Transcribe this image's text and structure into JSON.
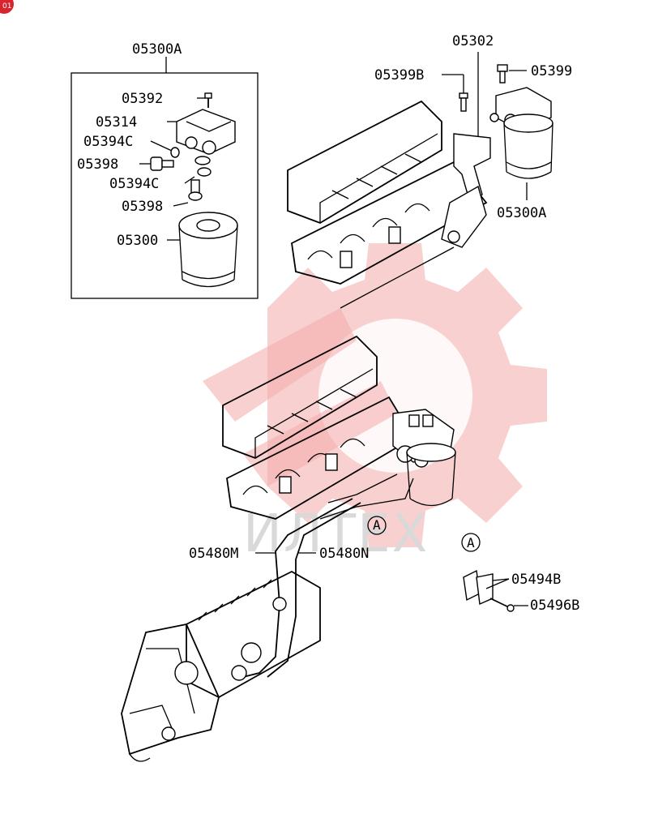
{
  "corner_badge": "01",
  "watermark_text": "ИЛТЕХ",
  "callouts": {
    "view_a_main": "A",
    "view_a_detail": "A"
  },
  "labels": {
    "l05300A_top": "05300A",
    "l05392": "05392",
    "l05314": "05314",
    "l05394C_1": "05394C",
    "l05398_1": "05398",
    "l05394C_2": "05394C",
    "l05398_2": "05398",
    "l05300": "05300",
    "l05302": "05302",
    "l05399B": "05399B",
    "l05399": "05399",
    "l05300A_right": "05300A",
    "l05480M": "05480M",
    "l05480N": "05480N",
    "l05494B": "05494B",
    "l05496B": "05496B"
  }
}
